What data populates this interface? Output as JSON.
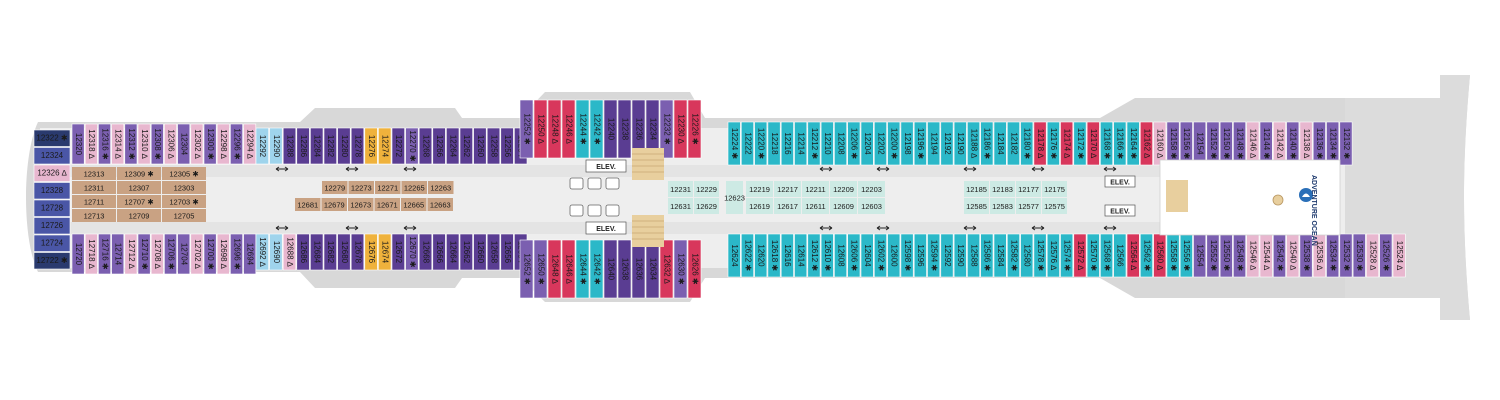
{
  "colors": {
    "hull": "#d8d8d8",
    "deck": "#eeeeee",
    "corridor": "#e6e6e6",
    "suite_dark": "#2a3a6e",
    "suite_med": "#4a56a6",
    "violet": "#7b5fb0",
    "dark_violet": "#5a3d92",
    "pink": "#e8b7cf",
    "red": "#d8375c",
    "teal": "#2bb8c8",
    "light_blue": "#9fd4ec",
    "mint": "#cdeae4",
    "orange": "#efb23c",
    "tan": "#c9a283"
  },
  "icons": [
    "elevator-icon",
    "stairs-icon",
    "connecting-arrow-icon",
    "adventure-ocean-logo-icon"
  ],
  "labels": {
    "elevator": "ELEV.",
    "adventure_ocean": "ADVENTURE OCEAN"
  },
  "cabins": {
    "aft_suites": [
      "12322 ✱",
      "12324",
      "12326 ∆",
      "12328",
      "12728",
      "12726",
      "12724",
      "12722 ✱"
    ],
    "top_aft": [
      "12320",
      "12318 ∆",
      "12316 ✱",
      "12314 ∆",
      "12312 ✱",
      "12310 ∆",
      "12308 ✱",
      "12306 ∆",
      "12304",
      "12302 ∆",
      "12300 ✱",
      "12298 ∆",
      "12296 ✱",
      "12294 ∆"
    ],
    "top_mid": [
      "12292",
      "12290",
      "12288",
      "12286",
      "12284",
      "12282",
      "12280",
      "12278",
      "12276",
      "12274",
      "12272",
      "12270 ✱",
      "12268",
      "12266",
      "12264",
      "12262",
      "12260",
      "12258",
      "12256",
      "12254"
    ],
    "top_fwd_block": [
      "12252 ✱",
      "12250 ∆",
      "12248 ∆",
      "12246 ∆",
      "12244 ✱",
      "12242 ✱",
      "12240",
      "12238",
      "12236",
      "12234",
      "12232 ✱",
      "12230 ∆",
      "12226 ✱"
    ],
    "top_fwd": [
      "12224 ✱",
      "12222",
      "12220 ✱",
      "12218",
      "12216",
      "12214",
      "12212 ✱",
      "12210",
      "12208",
      "12206 ✱",
      "12204",
      "12202",
      "12200 ✱",
      "12198",
      "12196 ✱",
      "12194",
      "12192",
      "12190",
      "12188 ∆",
      "12186 ✱",
      "12184",
      "12182",
      "12180 ✱",
      "12178 ∆",
      "12176 ✱",
      "12174 ∆",
      "12172 ✱",
      "12170 ∆",
      "12168 ✱",
      "12166 ✱",
      "12164 ✱",
      "12162 ∆",
      "12160 ∆",
      "12158 ✱",
      "12156 ✱",
      "12154",
      "12152 ✱",
      "12150 ✱",
      "12148 ✱",
      "12146 ∆",
      "12144 ✱",
      "12142 ∆",
      "12140 ✱",
      "12138 ∆",
      "12136 ✱",
      "12134 ✱",
      "12132 ✱"
    ],
    "bottom_aft": [
      "12720",
      "12718 ∆",
      "12716 ✱",
      "12714",
      "12712 ∆",
      "12710 ✱",
      "12708 ∆",
      "12706 ✱",
      "12704",
      "12702 ∆",
      "12700 ✱",
      "12698 ∆",
      "12696 ✱",
      "12694"
    ],
    "bottom_mid": [
      "12692 ∆",
      "12690",
      "12688 ∆",
      "12686",
      "12684",
      "12682",
      "12680",
      "12678",
      "12676",
      "12674",
      "12672",
      "12670 ✱",
      "12668",
      "12666",
      "12664",
      "12662",
      "12660",
      "12658",
      "12656",
      "12654"
    ],
    "bottom_fwd_block": [
      "12652 ✱",
      "12650 ✱",
      "12648 ∆",
      "12646 ∆",
      "12644 ✱",
      "12642 ✱",
      "12640",
      "12638",
      "12636",
      "12634",
      "12632 ∆",
      "12630 ✱",
      "12626 ✱"
    ],
    "bottom_fwd": [
      "12624",
      "12622 ✱",
      "12620",
      "12618 ✱",
      "12616",
      "12614",
      "12612 ✱",
      "12610 ✱",
      "12608",
      "12606 ✱",
      "12604",
      "12602 ✱",
      "12600",
      "12598 ✱",
      "12596",
      "12594 ✱",
      "12592",
      "12590",
      "12588",
      "12586 ✱",
      "12584",
      "12582 ✱",
      "12580",
      "12578 ✱",
      "12576 ∆",
      "12574 ✱",
      "12572 ∆",
      "12570 ✱",
      "12568 ✱",
      "12566",
      "12564 ∆",
      "12562 ✱",
      "12560 ∆",
      "12558 ✱",
      "12556 ✱",
      "12554",
      "12552 ✱",
      "12550 ✱",
      "12548 ✱",
      "12546 ∆",
      "12544 ∆",
      "12542 ✱",
      "12540 ∆",
      "12538 ✱",
      "12536 ∆",
      "12534 ✱",
      "12532 ✱",
      "12530 ✱",
      "12528 ∆",
      "12526 ✱",
      "12524 ∆"
    ],
    "inner_aft": [
      [
        "12313",
        "12309 ✱",
        "12305 ✱"
      ],
      [
        "12311",
        "12307",
        "12303"
      ],
      [
        "12711",
        "12707 ✱",
        "12703 ✱"
      ],
      [
        "12713",
        "12709",
        "12705"
      ]
    ],
    "inner_mid": [
      [
        "12279",
        "12273",
        "12271",
        "12265",
        "12263"
      ],
      [
        "12681",
        "12679",
        "12673",
        "12671",
        "12665",
        "12663"
      ]
    ],
    "inner_fwd_a": [
      [
        "12231",
        "12229"
      ],
      [
        "12631",
        "12629"
      ]
    ],
    "inner_fwd_b": [
      "12623"
    ],
    "inner_fwd_c": [
      [
        "12219",
        "12217",
        "12211",
        "12209",
        "12203"
      ],
      [
        "12619",
        "12617",
        "12611",
        "12609",
        "12603"
      ]
    ],
    "inner_fwd_d": [
      [
        "12185",
        "12183",
        "12177",
        "12175"
      ],
      [
        "12585",
        "12583",
        "12577",
        "12575"
      ]
    ]
  }
}
